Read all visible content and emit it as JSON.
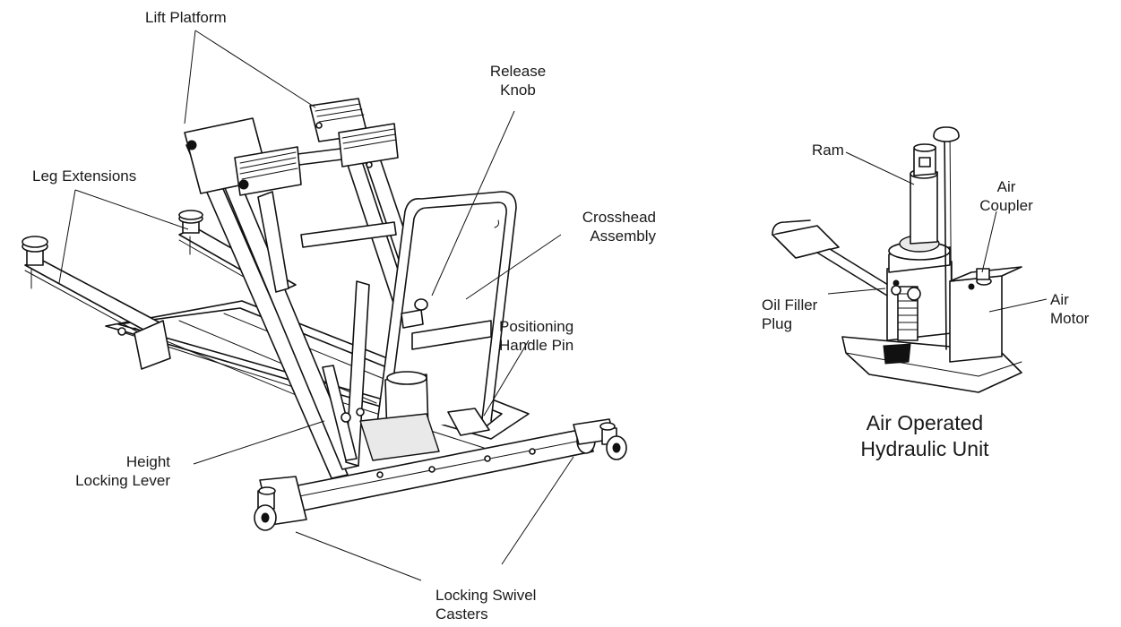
{
  "labels": {
    "lift_platform": "Lift Platform",
    "release_knob": [
      "Release",
      "Knob"
    ],
    "leg_extensions": "Leg Extensions",
    "crosshead_assembly": [
      "Crosshead",
      "Assembly"
    ],
    "positioning_handle_pin": [
      "Positioning",
      "Handle Pin"
    ],
    "height_locking_lever": [
      "Height",
      "Locking Lever"
    ],
    "locking_swivel_casters": [
      "Locking Swivel",
      "Casters"
    ],
    "ram": "Ram",
    "air_coupler": [
      "Air",
      "Coupler"
    ],
    "oil_filler_plug": [
      "Oil Filler",
      "Plug"
    ],
    "air_motor": [
      "Air",
      "Motor"
    ]
  },
  "caption": [
    "Air Operated",
    "Hydraulic Unit"
  ]
}
